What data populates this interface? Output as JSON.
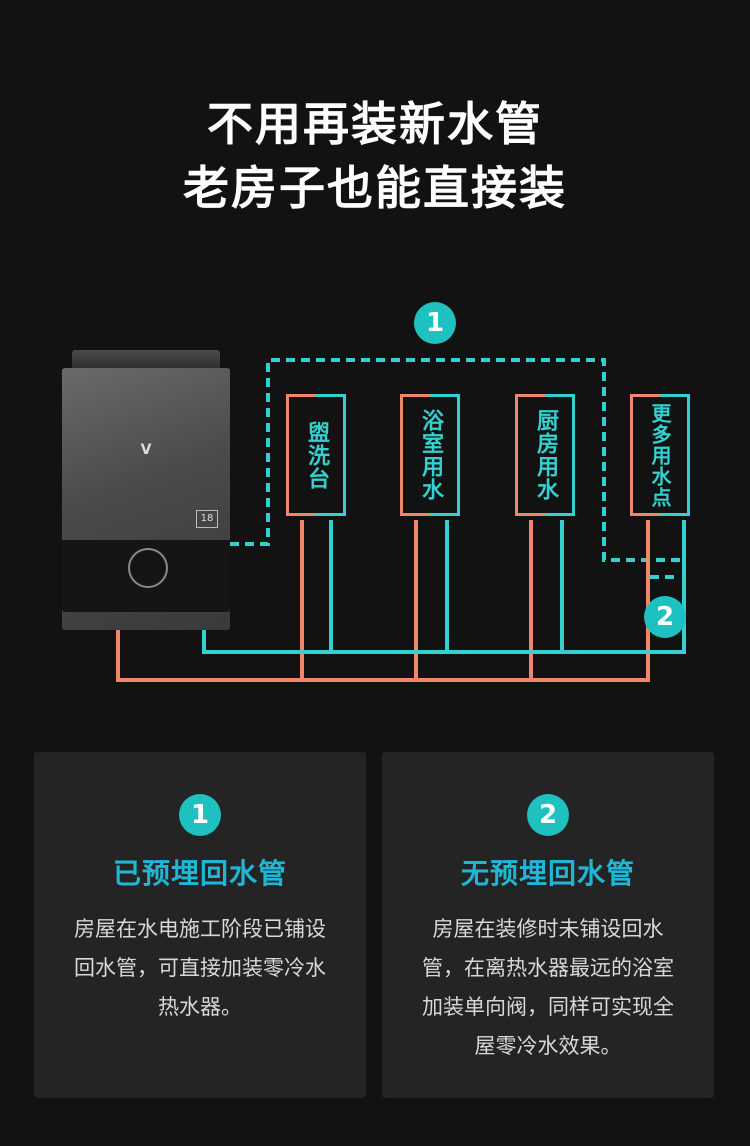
{
  "headline": {
    "line1": "不用再装新水管",
    "line2": "老房子也能直接装"
  },
  "colors": {
    "background": "#121212",
    "card": "#242424",
    "cyan": "#34d0d0",
    "orange": "#f0876a",
    "badge": "#1fc0c0",
    "card_title": "#20b7d6"
  },
  "diagram": {
    "badge_top": "1",
    "badge_right": "2",
    "heater_logo": "V",
    "heater_badge": "18",
    "fixtures": [
      {
        "label": "盥洗台"
      },
      {
        "label": "浴室用水"
      },
      {
        "label": "厨房用水"
      },
      {
        "label": "更多用水点"
      }
    ]
  },
  "cards": [
    {
      "badge": "1",
      "title": "已预埋回水管",
      "description": "房屋在水电施工阶段已铺设回水管，可直接加装零冷水热水器。"
    },
    {
      "badge": "2",
      "title": "无预埋回水管",
      "description": "房屋在装修时未铺设回水管，在离热水器最远的浴室加装单向阀，同样可实现全屋零冷水效果。"
    }
  ]
}
